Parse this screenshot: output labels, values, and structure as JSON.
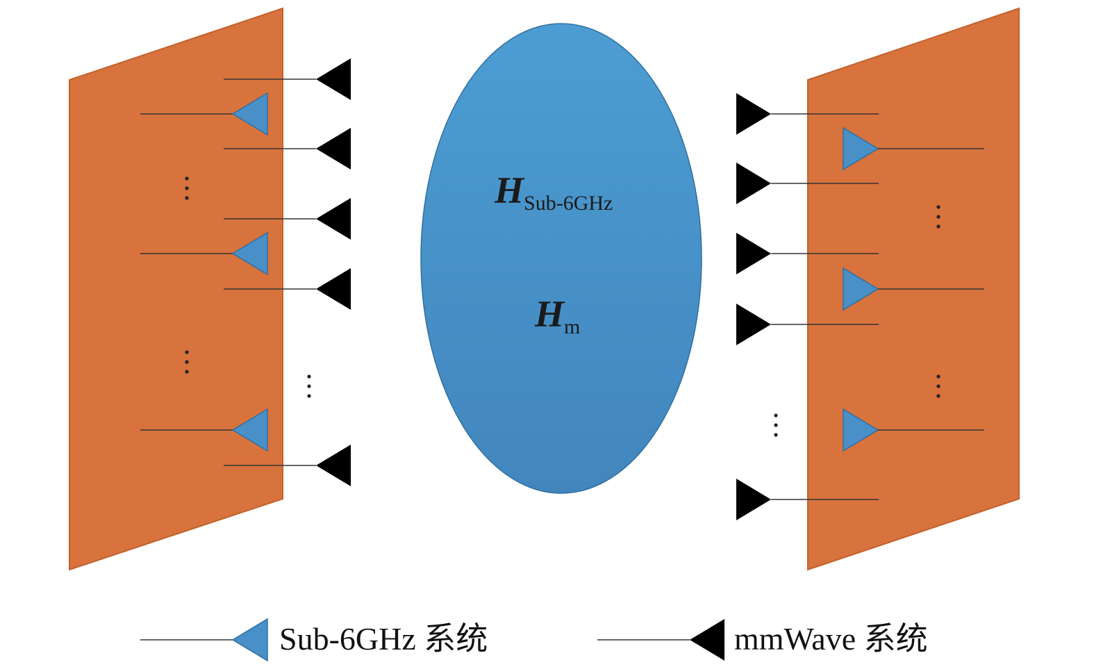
{
  "colors": {
    "panel_fill": "#D8733D",
    "panel_stroke": "#C2612C",
    "ellipse_fill": "#4790C6",
    "ellipse_stroke": "#2F6FA0",
    "sub6_antenna": "#4A90C8",
    "mmwave_antenna": "#000000"
  },
  "channels": {
    "sub6": {
      "symbol": "H",
      "subscript": "Sub-6GHz"
    },
    "mm": {
      "symbol": "H",
      "subscript": "m"
    }
  },
  "legend": {
    "sub6_label": "Sub-6GHz 系统",
    "sub6_icon": "blue-triangle-antenna",
    "mmwave_label": "mmWave 系统",
    "mmwave_icon": "black-triangle-antenna"
  }
}
